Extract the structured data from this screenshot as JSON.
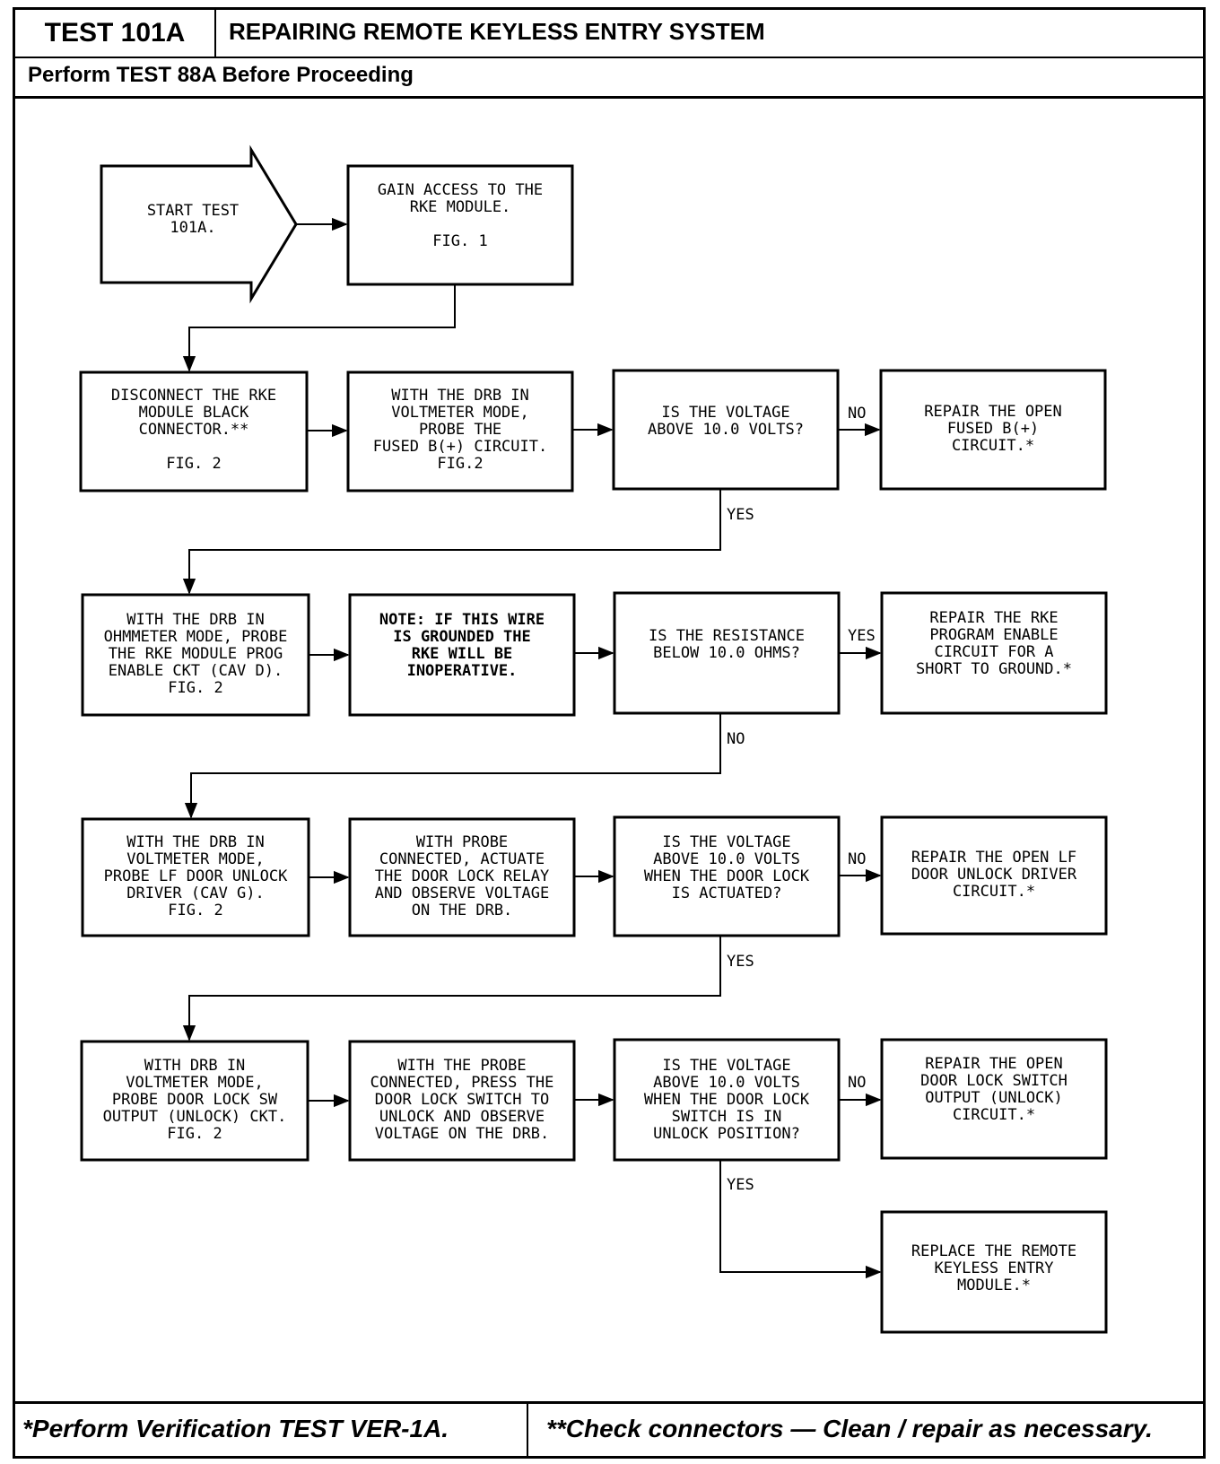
{
  "header": {
    "test_id": "TEST 101A",
    "title": "REPAIRING REMOTE KEYLESS ENTRY SYSTEM",
    "prerequisite": "Perform TEST 88A Before Proceeding"
  },
  "footer": {
    "left_note": "*Perform Verification TEST VER-1A.",
    "right_note": "**Check connectors — Clean / repair as necessary."
  },
  "nodes": {
    "start": [
      "START TEST",
      "101A."
    ],
    "access": [
      "GAIN ACCESS TO THE",
      "RKE MODULE.",
      "",
      "FIG. 1"
    ],
    "disconnect": [
      "DISCONNECT THE RKE",
      "MODULE BLACK",
      "CONNECTOR.**",
      "",
      "FIG. 2"
    ],
    "probe_b": [
      "WITH THE DRB IN",
      "VOLTMETER MODE,",
      "PROBE THE",
      "FUSED B(+) CIRCUIT.",
      "FIG.2"
    ],
    "q1": [
      "IS THE VOLTAGE",
      "ABOVE 10.0 VOLTS?"
    ],
    "fix1": [
      "REPAIR THE OPEN",
      "FUSED B(+)",
      "CIRCUIT.*"
    ],
    "ohm": [
      "WITH THE DRB IN",
      "OHMMETER MODE, PROBE",
      "THE RKE MODULE PROG",
      "ENABLE CKT (CAV D).",
      "FIG. 2"
    ],
    "note": [
      "NOTE: IF THIS WIRE",
      "IS GROUNDED THE",
      "RKE WILL BE",
      "INOPERATIVE."
    ],
    "q2": [
      "IS THE RESISTANCE",
      "BELOW 10.0 OHMS?"
    ],
    "fix2": [
      "REPAIR THE RKE",
      "PROGRAM ENABLE",
      "CIRCUIT FOR A",
      "SHORT TO GROUND.*"
    ],
    "probe_lf": [
      "WITH THE DRB IN",
      "VOLTMETER MODE,",
      "PROBE LF DOOR UNLOCK",
      "DRIVER (CAV G).",
      "FIG. 2"
    ],
    "actuate": [
      "WITH PROBE",
      "CONNECTED, ACTUATE",
      "THE DOOR LOCK RELAY",
      "AND OBSERVE VOLTAGE",
      "ON THE DRB."
    ],
    "q3": [
      "IS THE VOLTAGE",
      "ABOVE 10.0 VOLTS",
      "WHEN THE DOOR LOCK",
      "IS ACTUATED?"
    ],
    "fix3": [
      "REPAIR THE OPEN LF",
      "DOOR UNLOCK DRIVER",
      "CIRCUIT.*"
    ],
    "probe_sw": [
      "WITH DRB IN",
      "VOLTMETER MODE,",
      "PROBE DOOR LOCK SW",
      "OUTPUT (UNLOCK) CKT.",
      "FIG. 2"
    ],
    "press": [
      "WITH THE PROBE",
      "CONNECTED, PRESS THE",
      "DOOR LOCK SWITCH TO",
      "UNLOCK AND OBSERVE",
      "VOLTAGE ON THE DRB."
    ],
    "q4": [
      "IS THE VOLTAGE",
      "ABOVE 10.0 VOLTS",
      "WHEN THE DOOR LOCK",
      "SWITCH IS IN",
      "UNLOCK POSITION?"
    ],
    "fix4": [
      "REPAIR THE OPEN",
      "DOOR LOCK SWITCH",
      "OUTPUT (UNLOCK)",
      "CIRCUIT.*"
    ],
    "replace": [
      "REPLACE THE REMOTE",
      "KEYLESS ENTRY",
      "MODULE.*"
    ]
  },
  "edge_labels": {
    "q1_no": "NO",
    "q1_yes": "YES",
    "q2_yes": "YES",
    "q2_no": "NO",
    "q3_no": "NO",
    "q3_yes": "YES",
    "q4_no": "NO",
    "q4_yes": "YES"
  }
}
